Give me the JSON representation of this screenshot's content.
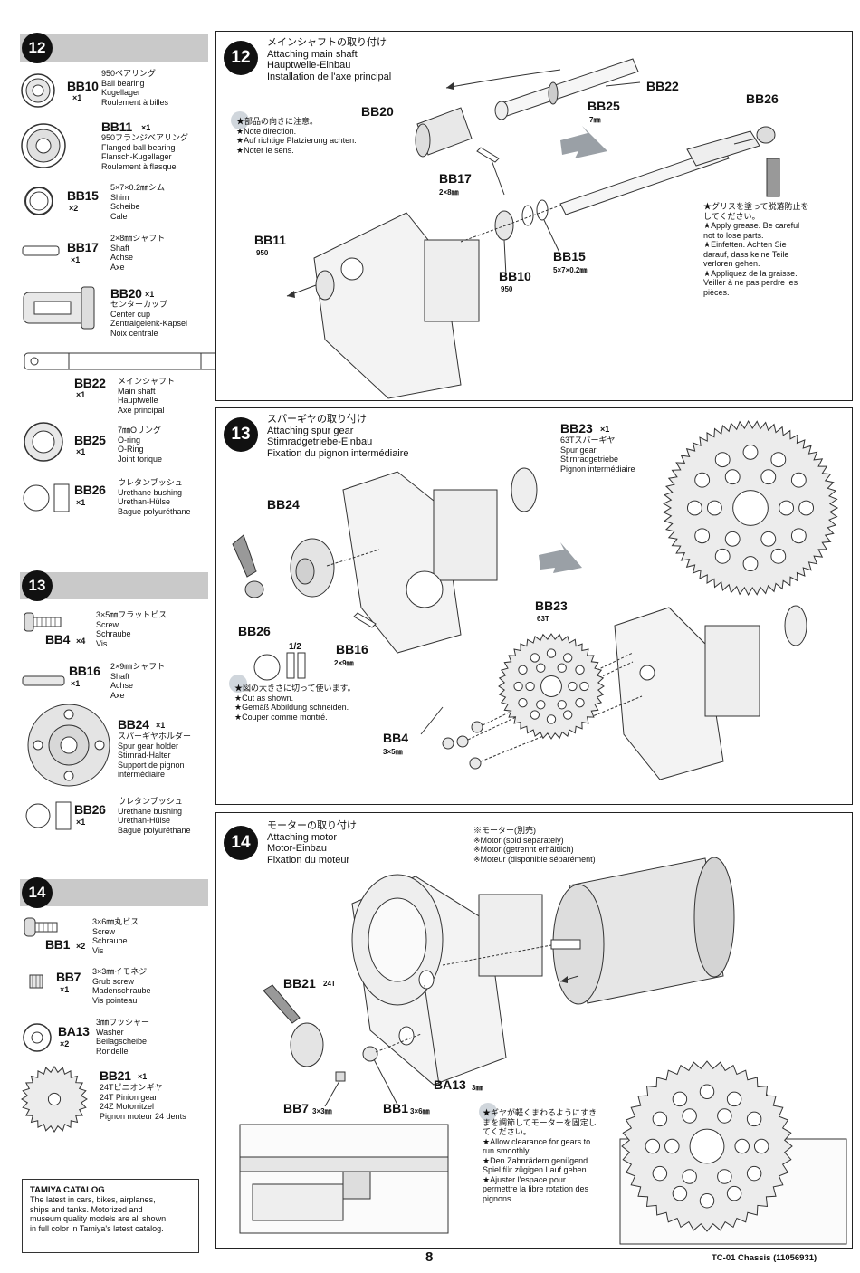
{
  "sidebar": {
    "step12": {
      "number": "12",
      "parts": [
        {
          "code": "BB10",
          "qty": "×1",
          "desc": "950ベアリング\nBall bearing\nKugellager\nRoulement à billes"
        },
        {
          "code": "BB11",
          "qty": "×1",
          "desc": "950フランジベアリング\nFlanged ball bearing\nFlansch-Kugellager\nRoulement à flasque"
        },
        {
          "code": "BB15",
          "qty": "×2",
          "desc": "5×7×0.2㎜シム\nShim\nScheibe\nCale"
        },
        {
          "code": "BB17",
          "qty": "×1",
          "desc": "2×8㎜シャフト\nShaft\nAchse\nAxe"
        },
        {
          "code": "BB20",
          "qty": "×1",
          "desc": "センターカップ\nCenter cup\nZentralgelenk-Kapsel\nNoix centrale"
        },
        {
          "code": "BB22",
          "qty": "×1",
          "desc": "メインシャフト\nMain shaft\nHauptwelle\nAxe principal"
        },
        {
          "code": "BB25",
          "qty": "×1",
          "desc": "7㎜Oリング\nO-ring\nO-Ring\nJoint torique"
        },
        {
          "code": "BB26",
          "qty": "×1",
          "desc": "ウレタンブッシュ\nUrethane bushing\nUrethan-Hülse\nBague polyuréthane"
        }
      ]
    },
    "step13": {
      "number": "13",
      "parts": [
        {
          "code": "BB4",
          "qty": "×4",
          "desc": "3×5㎜フラットビス\nScrew\nSchraube\nVis"
        },
        {
          "code": "BB16",
          "qty": "×1",
          "desc": "2×9㎜シャフト\nShaft\nAchse\nAxe"
        },
        {
          "code": "BB24",
          "qty": "×1",
          "desc": "スパーギヤホルダー\nSpur gear holder\nStirnrad-Halter\nSupport de pignon\nintermédiaire"
        },
        {
          "code": "BB26",
          "qty": "×1",
          "desc": "ウレタンブッシュ\nUrethane bushing\nUrethan-Hülse\nBague polyuréthane"
        }
      ]
    },
    "step14": {
      "number": "14",
      "parts": [
        {
          "code": "BB1",
          "qty": "×2",
          "desc": "3×6㎜丸ビス\nScrew\nSchraube\nVis"
        },
        {
          "code": "BB7",
          "qty": "×1",
          "desc": "3×3㎜イモネジ\nGrub screw\nMadenschraube\nVis pointeau"
        },
        {
          "code": "BA13",
          "qty": "×2",
          "desc": "3㎜ワッシャー\nWasher\nBeilagscheibe\nRondelle"
        },
        {
          "code": "BB21",
          "qty": "×1",
          "desc": "24Tピニオンギヤ\n24T Pinion gear\n24Z Motorritzel\nPignon moteur 24 dents"
        }
      ]
    },
    "catalog": {
      "title": "TAMIYA CATALOG",
      "text": "The latest in cars, bikes, airplanes,\nships and tanks. Motorized and\nmuseum quality models are all shown\nin full color in Tamiya's latest catalog."
    }
  },
  "panel12": {
    "number": "12",
    "title": "メインシャフトの取り付け\nAttaching main shaft\nHauptwelle-Einbau\nInstallation de l'axe principal",
    "note_direction": "★部品の向きに注意。\n★Note direction.\n★Auf richtige Platzierung achten.\n★Noter le sens.",
    "note_grease": "★グリスを塗って脱落防止を\nしてください。\n★Apply grease. Be careful\nnot to lose parts.\n★Einfetten. Achten Sie\ndarauf, dass keine Teile\nverloren gehen.\n★Appliquez de la graisse.\nVeiller à ne pas perdre les\npièces.",
    "labels": {
      "bb22": "BB22",
      "bb26": "BB26",
      "bb20": "BB20",
      "bb25": "BB25",
      "bb25_sub": "7㎜",
      "bb17": "BB17",
      "bb17_sub": "2×8㎜",
      "bb11": "BB11",
      "bb11_sub": "950",
      "bb15": "BB15",
      "bb15_sub": "5×7×0.2㎜",
      "bb10": "BB10",
      "bb10_sub": "950"
    }
  },
  "panel13": {
    "number": "13",
    "title": "スパーギヤの取り付け\nAttaching spur gear\nStirnradgetriebe-Einbau\nFixation du pignon intermédiaire",
    "gear_callout": {
      "code": "BB23",
      "qty": "×1",
      "desc": "63Tスパーギヤ\nSpur gear\nStirnradgetriebe\nPignon intermédiaire"
    },
    "note_cut": "★図の大きさに切って使います。\n★Cut as shown.\n★Gemäß Abbildung schneiden.\n★Couper comme montré.",
    "labels": {
      "bb24": "BB24",
      "bb26": "BB26",
      "half": "1/2",
      "bb16": "BB16",
      "bb16_sub": "2×9㎜",
      "bb23": "BB23",
      "bb23_sub": "63T",
      "bb4": "BB4",
      "bb4_sub": "3×5㎜"
    }
  },
  "panel14": {
    "number": "14",
    "title": "モーターの取り付け\nAttaching motor\nMotor-Einbau\nFixation du moteur",
    "note_motor": "※モーター(別売)\n※Motor (sold separately)\n※Motor (getrennt erhältlich)\n※Moteur (disponible séparément)",
    "note_clearance": "★ギヤが軽くまわるようにすき\nまを調節してモーターを固定し\nてください。\n★Allow clearance for gears to\nrun smoothly.\n★Den Zahnrädern genügend\nSpiel für zügigen Lauf geben.\n★Ajuster l'espace pour\npermettre la libre rotation des\npignons.",
    "labels": {
      "bb21": "BB21",
      "bb21_sub": "24T",
      "ba13": "BA13",
      "ba13_sub": "3㎜",
      "bb7": "BB7",
      "bb7_sub": "3×3㎜",
      "bb1": "BB1",
      "bb1_sub": "3×6㎜"
    }
  },
  "footer": {
    "page": "8",
    "model": "TC-01 Chassis (11056931)"
  }
}
